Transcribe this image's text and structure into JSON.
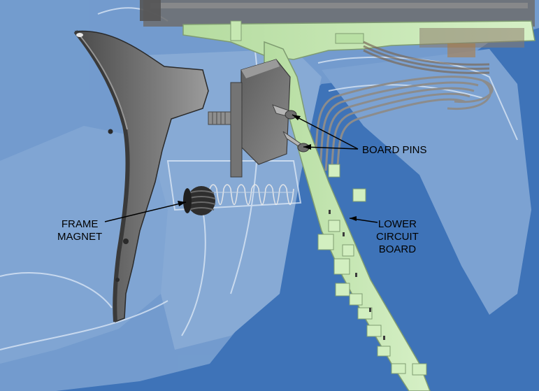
{
  "diagram": {
    "callouts": {
      "board_pins": "BOARD PINS",
      "frame_magnet": {
        "line1": "FRAME",
        "line2": "MAGNET"
      },
      "lower_circuit_board": {
        "line1": "LOWER",
        "line2": "CIRCUIT",
        "line3": "BOARD"
      }
    }
  },
  "colors": {
    "background": "#3e73b8",
    "translucent_frame": "#a8c3e2",
    "trigger": "#6c6c6c",
    "circuit_board": "#c6e8b2",
    "circuit_board_edge": "#7f9c71",
    "ribbon_cable": "#7e7e7e",
    "magnet": "#2a2a2a",
    "leader_line": "#000000"
  }
}
